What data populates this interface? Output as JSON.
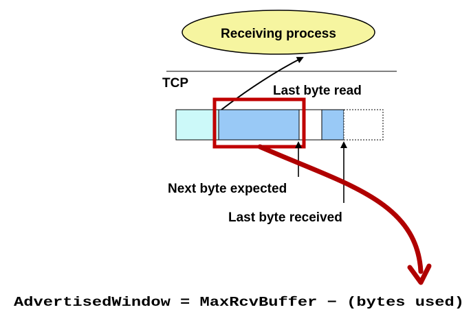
{
  "diagram": {
    "process_label": "Receiving process",
    "tcp_label": "TCP",
    "last_byte_read_label": "Last byte read",
    "next_byte_expected_label": "Next byte expected",
    "last_byte_received_label": "Last byte received",
    "formula": "AdvertisedWindow = MaxRcvBuffer − (bytes used)"
  },
  "colors": {
    "ellipse_fill": "#f6f5a0",
    "read_segment_fill": "#ccf9f9",
    "buffered_segment_fill": "#99c9f6",
    "highlight_red": "#c00000",
    "arrow_red": "#b00000"
  }
}
